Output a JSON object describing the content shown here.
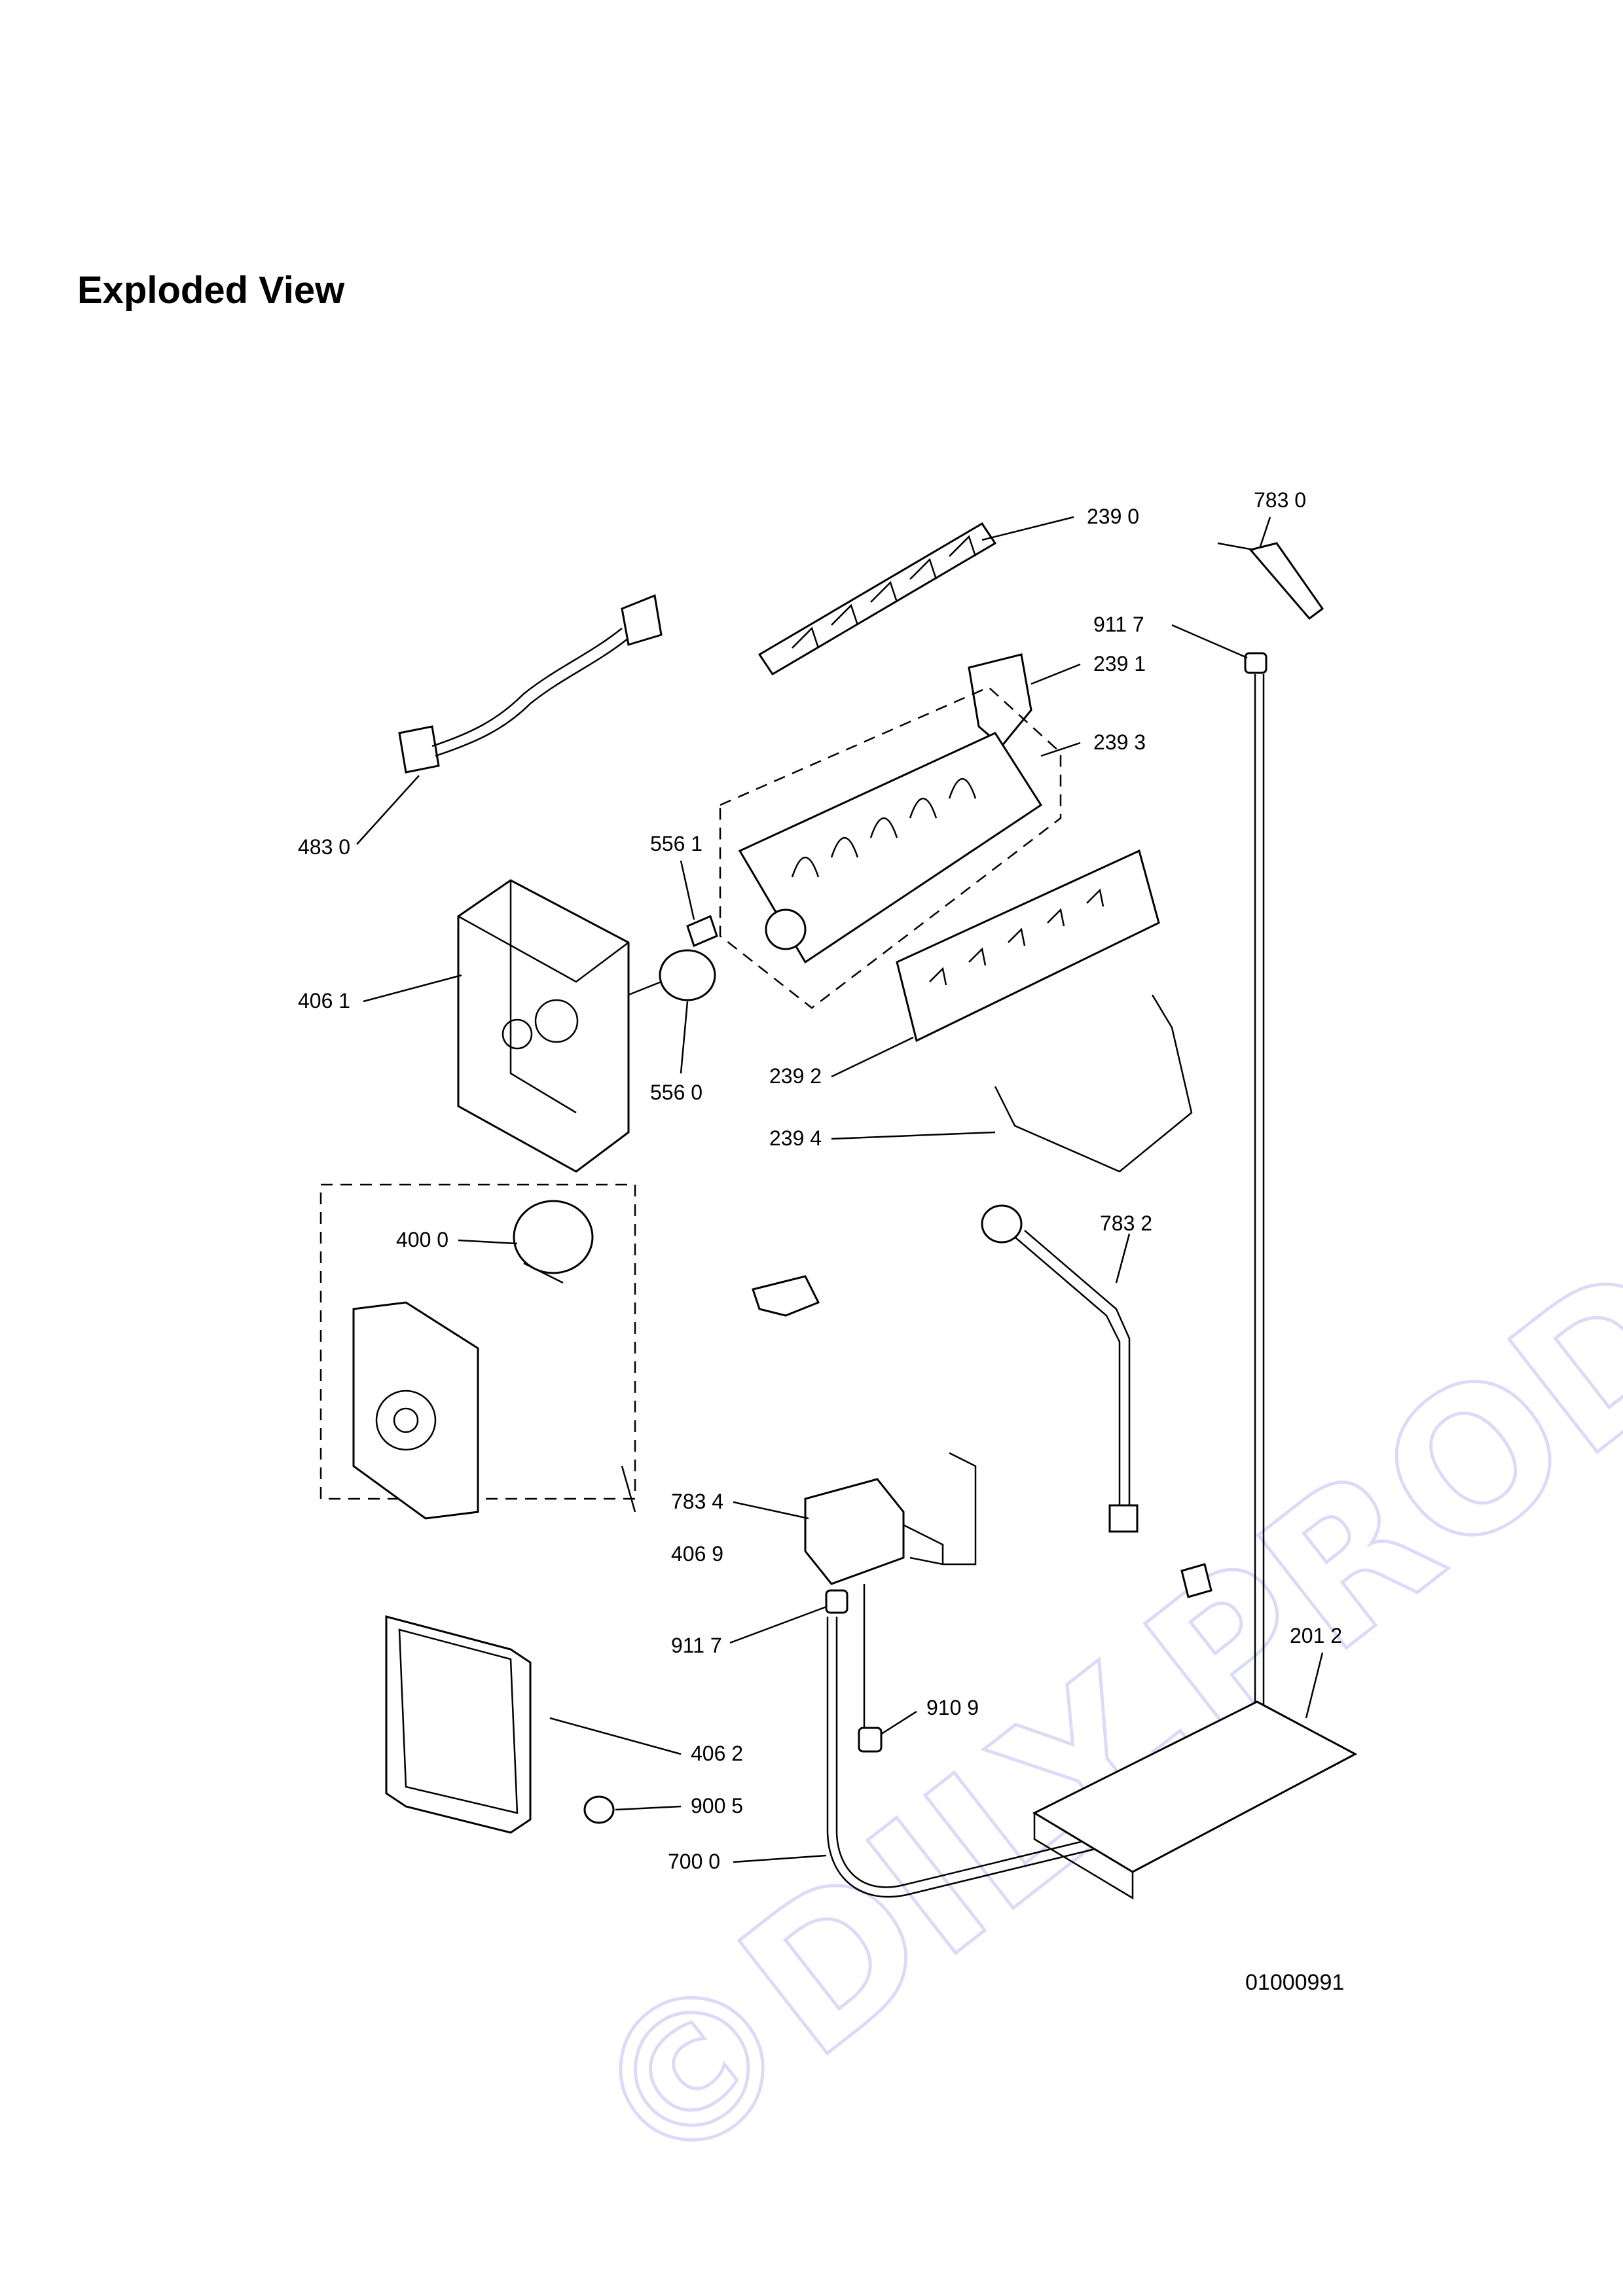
{
  "header": {
    "title": "Exploded View"
  },
  "watermark": {
    "text": "©DILY.PRODEJ.cz",
    "color": "#c8c8f4"
  },
  "callouts": [
    {
      "id": "c-239-0",
      "text": "239 0"
    },
    {
      "id": "c-783-0",
      "text": "783 0"
    },
    {
      "id": "c-911-7-top",
      "text": "911 7"
    },
    {
      "id": "c-239-1",
      "text": "239 1"
    },
    {
      "id": "c-239-3",
      "text": "239 3"
    },
    {
      "id": "c-483-0",
      "text": "483 0"
    },
    {
      "id": "c-556-1",
      "text": "556 1"
    },
    {
      "id": "c-406-1",
      "text": "406 1"
    },
    {
      "id": "c-556-0",
      "text": "556 0"
    },
    {
      "id": "c-239-2",
      "text": "239 2"
    },
    {
      "id": "c-239-4",
      "text": "239 4"
    },
    {
      "id": "c-400-0",
      "text": "400 0"
    },
    {
      "id": "c-783-2",
      "text": "783 2"
    },
    {
      "id": "c-783-4",
      "text": "783 4"
    },
    {
      "id": "c-406-9",
      "text": "406 9"
    },
    {
      "id": "c-911-7-bottom",
      "text": "911 7"
    },
    {
      "id": "c-201-2",
      "text": "201 2"
    },
    {
      "id": "c-910-9",
      "text": "910 9"
    },
    {
      "id": "c-406-2",
      "text": "406 2"
    },
    {
      "id": "c-900-5",
      "text": "900 5"
    },
    {
      "id": "c-700-0",
      "text": "700 0"
    }
  ],
  "footer": {
    "document_id": "01000991"
  }
}
